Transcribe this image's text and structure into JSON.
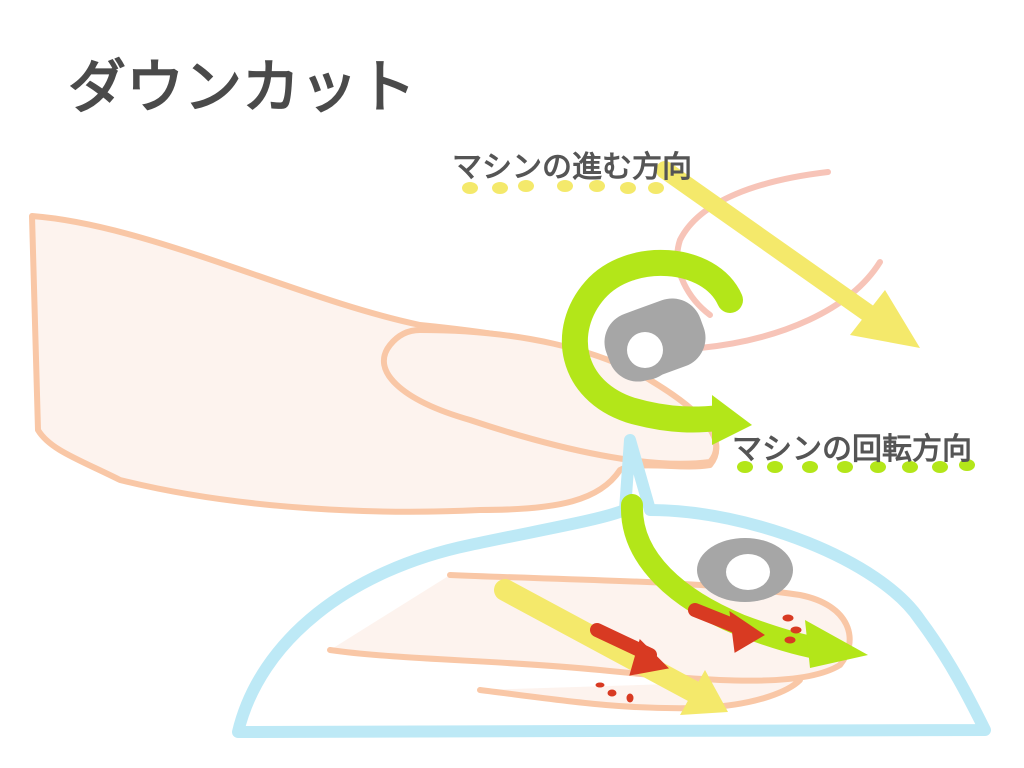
{
  "title": "ダウンカット",
  "labels": {
    "feed_direction": "マシンの進む方向",
    "rotation_direction": "マシンの回転方向"
  },
  "colors": {
    "skin_outline": "#f9c7a6",
    "skin_fill": "#fdf3ee",
    "feed_arrow": "#f4e96b",
    "rotation_arrow": "#b3e619",
    "bit": "#a6a6a6",
    "magnify": "#bde9f6",
    "debris": "#d83a22",
    "finger_outline": "#f7c4b8"
  }
}
